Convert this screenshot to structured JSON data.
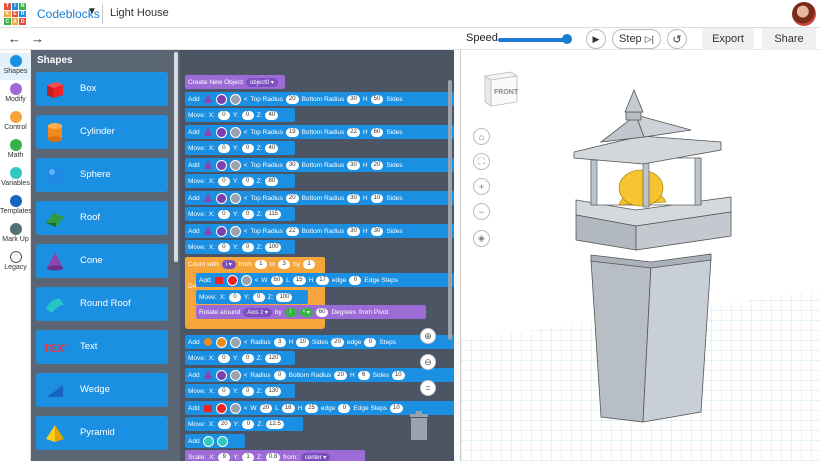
{
  "header": {
    "logo_letters": [
      "T",
      "I",
      "N",
      "K",
      "E",
      "R",
      "C",
      "A",
      "D"
    ],
    "app_name": "Codeblocks",
    "project_title": "Light House"
  },
  "toolbar": {
    "undo_icon": "undo-arrow-icon",
    "redo_icon": "redo-arrow-icon",
    "speed_label": "Speed",
    "speed_value": 0.95,
    "step_label": "Step",
    "export_label": "Export",
    "share_label": "Share"
  },
  "categories": [
    {
      "label": "Shapes",
      "color": "#1b8fe2"
    },
    {
      "label": "Modify",
      "color": "#9c6bd6"
    },
    {
      "label": "Control",
      "color": "#f6a53a"
    },
    {
      "label": "Math",
      "color": "#37b34a"
    },
    {
      "label": "Variables",
      "color": "#33c7c2"
    },
    {
      "label": "Templates",
      "color": "#1565c0"
    },
    {
      "label": "Mark Up",
      "color": "#546e7a"
    },
    {
      "label": "Legacy",
      "color": "#ffffff"
    }
  ],
  "flyout": {
    "title": "Shapes",
    "items": [
      "Box",
      "Cylinder",
      "Sphere",
      "Roof",
      "Cone",
      "Round Roof",
      "Text",
      "Wedge",
      "Pyramid"
    ]
  },
  "code": {
    "create": {
      "label": "Create New Object",
      "name": "object0"
    },
    "add": "Add",
    "move": "Move:",
    "x": "X:",
    "y": "Y:",
    "z": "Z:",
    "top_radius": "Top Radius",
    "bottom_radius": "Bottom Radius",
    "h": "H",
    "sides": "Sides",
    "radius": "Radius",
    "edge": "edge",
    "steps": "Steps",
    "edge_steps": "Edge Steps",
    "w": "W",
    "l": "L",
    "cones": [
      {
        "top": "20",
        "bottom": "30",
        "h": "50",
        "mz": "40"
      },
      {
        "top": "19",
        "bottom": "22",
        "h": "60",
        "mz": "40"
      },
      {
        "top": "30",
        "bottom": "30",
        "h": "20",
        "mz": "80"
      },
      {
        "top": "20",
        "bottom": "30",
        "h": "10",
        "mz": "115"
      },
      {
        "top": "22",
        "bottom": "30",
        "h": "30",
        "mz": "100"
      }
    ],
    "move_xy": "0",
    "count": {
      "label": "Count with",
      "var": "i",
      "from_label": "from",
      "from": "1",
      "to_label": "to",
      "to": "3",
      "by_label": "by",
      "by": "1",
      "do": "Do"
    },
    "loop_box": {
      "w": "60",
      "l": "15",
      "h": "17",
      "edge": "0",
      "mz": "100"
    },
    "rotate": {
      "label": "Rotate around",
      "axis": "Axis z",
      "by": "by",
      "var": "i",
      "op": "*",
      "amount": "60",
      "deg": "Degrees",
      "pivot": "from Pivot"
    },
    "sphere": {
      "radius": "3",
      "h": "10",
      "sides": "20",
      "edge": "0",
      "mz": "120"
    },
    "cone6": {
      "top": "0",
      "bottom": "20",
      "r": "6",
      "h": "10",
      "mz": "130"
    },
    "box2": {
      "w": "20",
      "l": "18",
      "h": "25",
      "edge": "0",
      "edge_steps": "10",
      "mx": "20",
      "my": "0",
      "mz": "12.5"
    },
    "scale": {
      "label": "Scale:",
      "x": "9",
      "y": "1",
      "z": "0.8",
      "from": "from:",
      "center": "center"
    }
  },
  "viewport": {
    "viewcube_face": "FRONT"
  },
  "colors": {
    "block_blue": "#1b8fe2",
    "block_purple": "#9c6bd6",
    "block_orange": "#f6a53a",
    "workspace": "#4b5563",
    "flyout": "#5b6675",
    "grid": "#a9dcf0"
  }
}
